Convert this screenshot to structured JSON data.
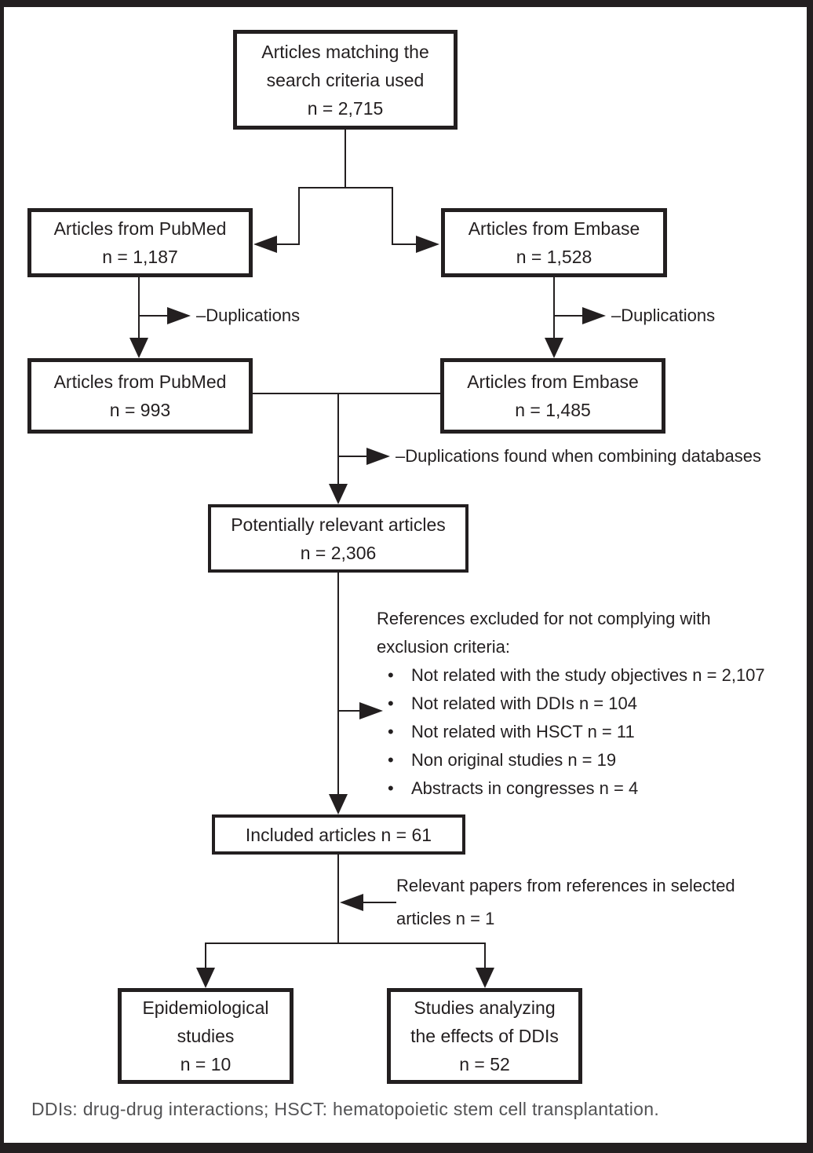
{
  "figure_type": "article-selection-flowchart",
  "colors": {
    "ink": "#231f20",
    "background": "#ffffff",
    "footnote_text": "#535355"
  },
  "boxes": {
    "search_total": {
      "lines": [
        "Articles matching the",
        "search criteria used",
        "n = 2,715"
      ]
    },
    "pubmed_initial": {
      "lines": [
        "Articles from PubMed",
        "n = 1,187"
      ]
    },
    "embase_initial": {
      "lines": [
        "Articles from Embase",
        "n = 1,528"
      ]
    },
    "pubmed_dedup": {
      "lines": [
        "Articles from PubMed",
        "n = 993"
      ]
    },
    "embase_dedup": {
      "lines": [
        "Articles from Embase",
        "n = 1,485"
      ]
    },
    "potentially_relevant": {
      "lines": [
        "Potentially relevant articles",
        "n = 2,306"
      ]
    },
    "included": {
      "lines": [
        "Included articles n = 61"
      ]
    },
    "epidemiological": {
      "lines": [
        "Epidemiological",
        "studies",
        "n = 10"
      ]
    },
    "effects_of_ddis": {
      "lines": [
        "Studies analyzing",
        "the effects of DDIs",
        "n = 52"
      ]
    }
  },
  "labels": {
    "dup_pubmed": "–Duplications",
    "dup_embase": "–Duplications",
    "dup_combined": "–Duplications found when combining databases",
    "relevant_papers_line1": "Relevant papers from references in selected",
    "relevant_papers_line2": "articles n = 1"
  },
  "exclusions": {
    "bullet_glyph": "•",
    "header_line1": "References excluded for not complying with",
    "header_line2": "exclusion criteria:",
    "items": [
      "Not related with the study objectives n = 2,107",
      "Not related with DDIs n = 104",
      "Not related with HSCT n = 11",
      "Non original studies n = 19",
      "Abstracts in congresses n = 4"
    ]
  },
  "footnote": "DDIs: drug-drug interactions; HSCT: hematopoietic stem cell transplantation."
}
